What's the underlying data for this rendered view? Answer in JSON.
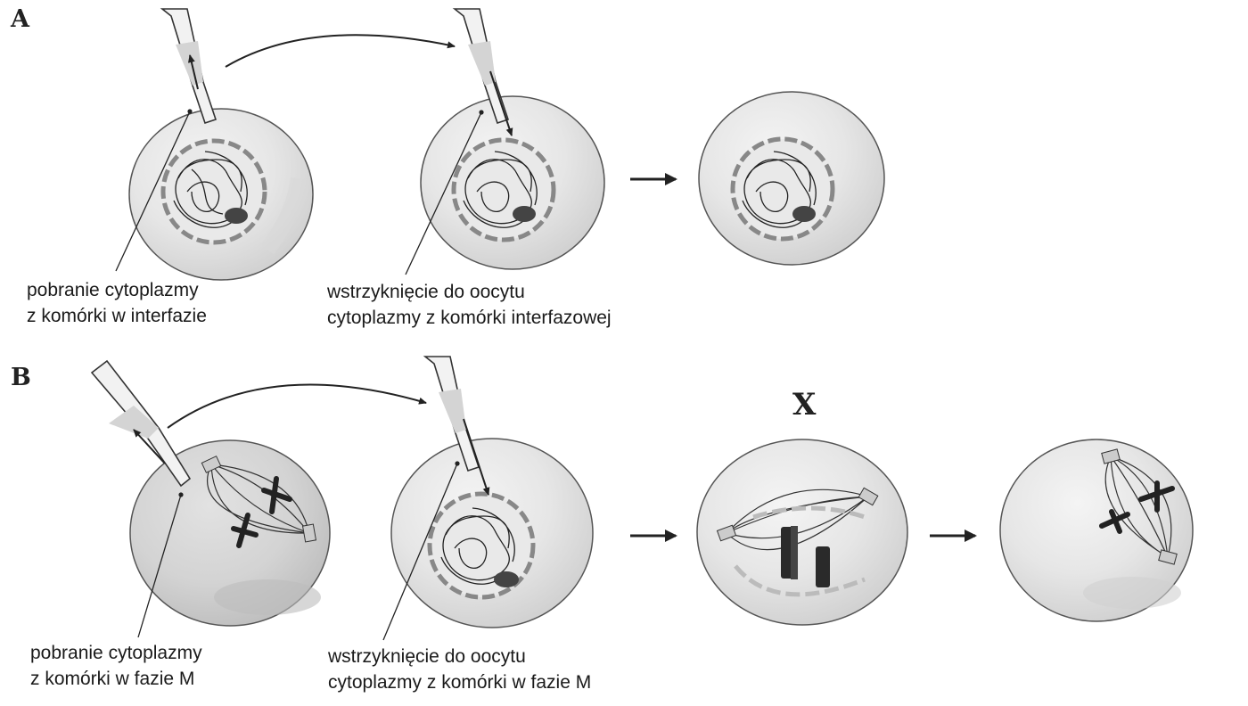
{
  "panel_a": {
    "letter": "A",
    "caption_left": [
      "pobranie cytoplazmy",
      "z komórki w interfazie"
    ],
    "caption_right": [
      "wstrzyknięcie do oocytu",
      "cytoplazmy z komórki interfazowej"
    ]
  },
  "panel_b": {
    "letter": "B",
    "unknown_label": "X",
    "caption_left": [
      "pobranie cytoplazmy",
      "z komórki w fazie M"
    ],
    "caption_right": [
      "wstrzyknięcie do oocytu",
      "cytoplazmy z komórki w fazie M"
    ]
  }
}
